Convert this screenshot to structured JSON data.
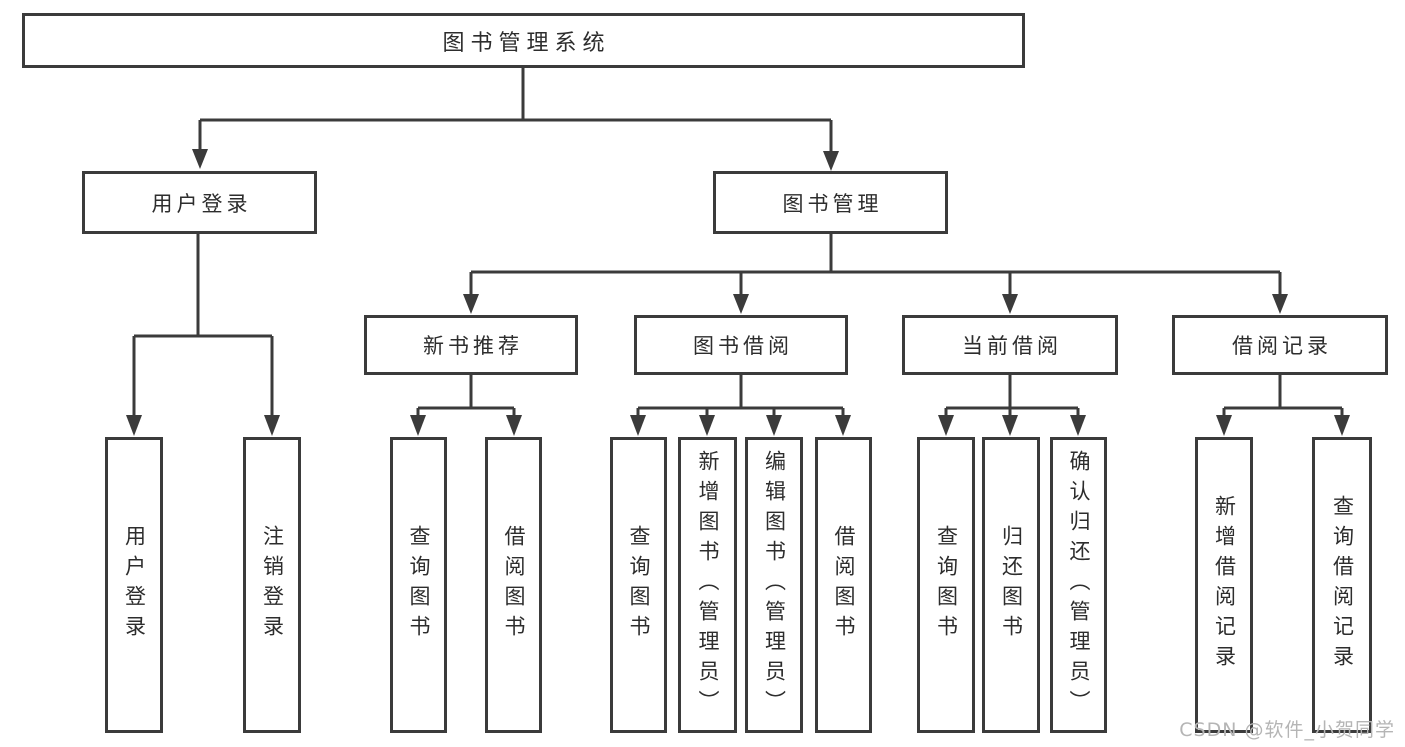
{
  "nodes": {
    "root": "图书管理系统",
    "user_login": "用户登录",
    "book_mgmt": "图书管理",
    "new_book_rec": "新书推荐",
    "book_borrow": "图书借阅",
    "current_borrow": "当前借阅",
    "borrow_records": "借阅记录",
    "ul_user_login": "用户登录",
    "ul_logout": "注销登录",
    "nb_query": "查询图书",
    "nb_borrow": "借阅图书",
    "bb_query": "查询图书",
    "bb_add": "新增图书（管理员）",
    "bb_edit": "编辑图书（管理员）",
    "bb_borrow": "借阅图书",
    "cb_query": "查询图书",
    "cb_return": "归还图书",
    "cb_confirm": "确认归还（管理员）",
    "br_add": "新增借阅记录",
    "br_query": "查询借阅记录"
  },
  "edges": [
    [
      "图书管理系统",
      "用户登录"
    ],
    [
      "图书管理系统",
      "图书管理"
    ],
    [
      "用户登录",
      "用户登录"
    ],
    [
      "用户登录",
      "注销登录"
    ],
    [
      "图书管理",
      "新书推荐"
    ],
    [
      "图书管理",
      "图书借阅"
    ],
    [
      "图书管理",
      "当前借阅"
    ],
    [
      "图书管理",
      "借阅记录"
    ],
    [
      "新书推荐",
      "查询图书"
    ],
    [
      "新书推荐",
      "借阅图书"
    ],
    [
      "图书借阅",
      "查询图书"
    ],
    [
      "图书借阅",
      "新增图书（管理员）"
    ],
    [
      "图书借阅",
      "编辑图书（管理员）"
    ],
    [
      "图书借阅",
      "借阅图书"
    ],
    [
      "当前借阅",
      "查询图书"
    ],
    [
      "当前借阅",
      "归还图书"
    ],
    [
      "当前借阅",
      "确认归还（管理员）"
    ],
    [
      "借阅记录",
      "新增借阅记录"
    ],
    [
      "借阅记录",
      "查询借阅记录"
    ]
  ],
  "watermark": "CSDN @软件_小贺同学",
  "colors": {
    "line": "#3b3b3b",
    "box_border": "#3b3b3b",
    "text": "#2d2d2d",
    "watermark": "#b5b5b5",
    "background": "#ffffff"
  }
}
